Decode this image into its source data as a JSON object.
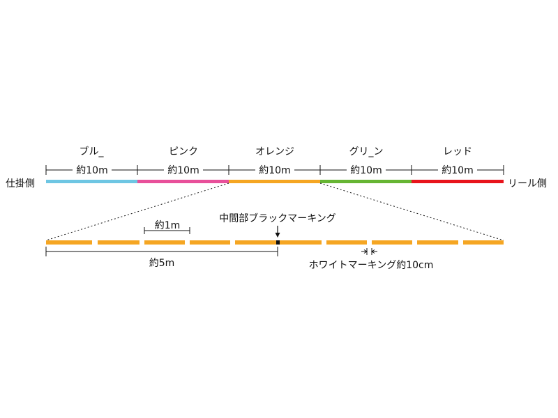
{
  "labels": {
    "left_end": "仕掛側",
    "right_end": "リール側",
    "middle_black_marking": "中間部ブラックマーキング",
    "white_marking": "ホワイトマーキング約10cm",
    "approx_1m": "約1m",
    "approx_5m": "約5m"
  },
  "segments": [
    {
      "name": "ブル_",
      "length_label": "約10m",
      "color": "#6ec6e3"
    },
    {
      "name": "ピンク",
      "length_label": "約10m",
      "color": "#e8509a"
    },
    {
      "name": "オレンジ",
      "length_label": "約10m",
      "color": "#f5a623"
    },
    {
      "name": "グリ_ン",
      "length_label": "約10m",
      "color": "#66b533"
    },
    {
      "name": "レッド",
      "length_label": "約10m",
      "color": "#e8141c"
    }
  ],
  "detail": {
    "line_color": "#f5a623",
    "black_mark_color": "#111111",
    "white_mark_color": "#ffffff"
  }
}
